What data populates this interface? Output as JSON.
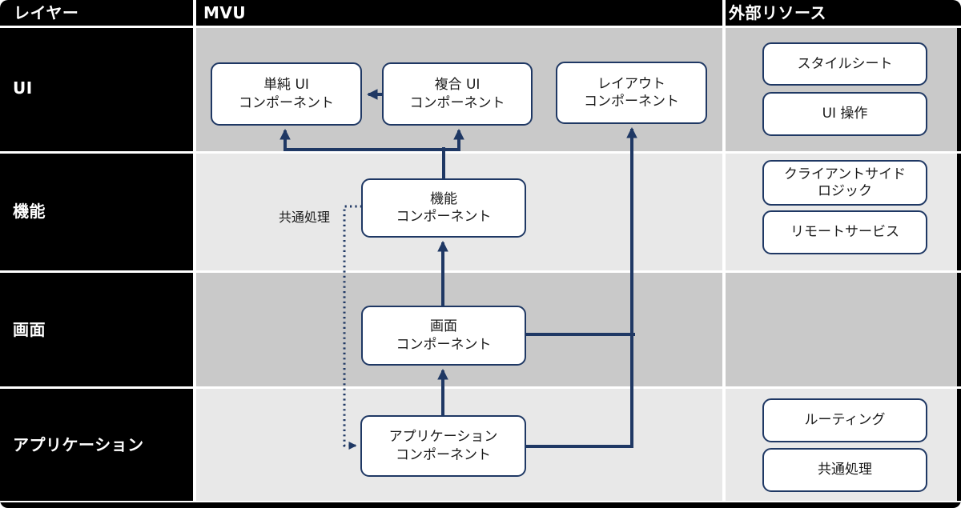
{
  "header": {
    "layer_title": "レイヤー",
    "mvu_title": "MVU",
    "external_title": "外部リソース"
  },
  "layers": {
    "items": [
      {
        "label": "UI"
      },
      {
        "label": "機能"
      },
      {
        "label": "画面"
      },
      {
        "label": "アプリケーション"
      }
    ]
  },
  "mvu": {
    "boxes": [
      {
        "name": "simple-ui-component",
        "line1": "単純 UI",
        "line2": "コンポーネント"
      },
      {
        "name": "composite-ui-component",
        "line1": "複合 UI",
        "line2": "コンポーネント"
      },
      {
        "name": "layout-component",
        "line1": "レイアウト",
        "line2": "コンポーネント"
      },
      {
        "name": "feature-component",
        "line1": "機能",
        "line2": "コンポーネント"
      },
      {
        "name": "screen-component",
        "line1": "画面",
        "line2": "コンポーネント"
      },
      {
        "name": "application-component",
        "line1": "アプリケーション",
        "line2": "コンポーネント"
      }
    ]
  },
  "external": {
    "boxes": [
      {
        "name": "stylesheet",
        "line1": "スタイルシート"
      },
      {
        "name": "ui-operation",
        "line1": "UI 操作"
      },
      {
        "name": "client-side-logic",
        "line1": "クライアントサイド",
        "line2": "ロジック"
      },
      {
        "name": "remote-service",
        "line1": "リモートサービス"
      },
      {
        "name": "routing",
        "line1": "ルーティング"
      },
      {
        "name": "common-process",
        "line1": "共通処理"
      }
    ]
  },
  "annotations": {
    "common_process_label": "共通処理"
  },
  "colors": {
    "accent_navy": "#1f3864",
    "row_dark": "#c9c9c9",
    "row_light": "#e8e8e8",
    "frame_black": "#000000",
    "box_fill": "#ffffff"
  }
}
